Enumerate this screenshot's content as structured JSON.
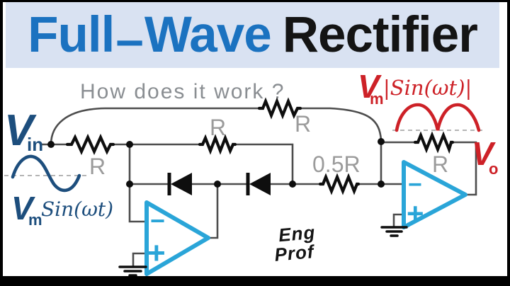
{
  "title": {
    "part_blue_1": "Full",
    "dash": "–",
    "part_blue_2": "Wave",
    "part_black": "Rectifier"
  },
  "question_text": "How does it work ?",
  "signature": {
    "line1": "Eng",
    "line2": "Prof"
  },
  "input_label": {
    "symbol": "V",
    "subscript": "in"
  },
  "input_wave_label": {
    "symbol": "V",
    "subscript": "m",
    "function": "Sin(ωt)"
  },
  "output_wave_label": {
    "symbol": "V",
    "subscript": "m",
    "function": "|Sin(ωt)|"
  },
  "output_label": {
    "symbol": "V",
    "subscript": "o"
  },
  "resistor_labels": {
    "r_input": "R",
    "r_middle": "R",
    "r_top": "R",
    "r_half": "0.5R",
    "r_feedback": "R"
  },
  "opamp_labels": {
    "inverting": "−",
    "noninverting": "+"
  },
  "colors": {
    "title_blue": "#1b72c0",
    "title_black": "#141414",
    "banner_bg": "#d9e2f2",
    "navy_blue": "#1d4e7d",
    "red": "#cd2127",
    "opamp_cyan": "#2aa5d8",
    "wire_gray": "#4d4d4d",
    "component_black": "#0e0e0e",
    "label_gray": "#9b9b9b",
    "handwriting_gray": "#8a8e92"
  }
}
